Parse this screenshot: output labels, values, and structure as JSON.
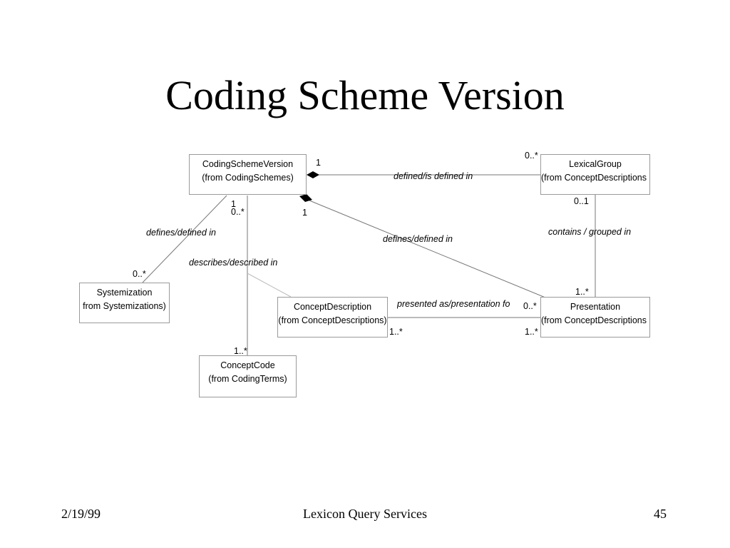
{
  "slide": {
    "title": "Coding Scheme Version",
    "footer": {
      "date": "2/19/99",
      "center": "Lexicon Query Services",
      "page": "45"
    }
  },
  "classes": {
    "coding_scheme_version": {
      "name": "CodingSchemeVersion",
      "from": "(from CodingSchemes)"
    },
    "lexical_group": {
      "name": "LexicalGroup",
      "from": "(from ConceptDescriptions"
    },
    "systemization": {
      "name": "Systemization",
      "from": "from Systemizations)"
    },
    "concept_description": {
      "name": "ConceptDescription",
      "from": "(from ConceptDescriptions)"
    },
    "presentation": {
      "name": "Presentation",
      "from": "(from ConceptDescriptions"
    },
    "concept_code": {
      "name": "ConceptCode",
      "from": "(from CodingTerms)"
    }
  },
  "associations": {
    "csv_lexgroup": "defined/is defined in",
    "csv_systemization": "defines/defined in",
    "csv_conceptcode": "describes/described in",
    "csv_presentation": "defines/defined in",
    "lexgroup_presentation": "contains / grouped in",
    "conceptdesc_presentation": "presented as/presentation fo"
  },
  "multiplicities": {
    "csv_lexgroup_near": "1",
    "csv_lexgroup_far": "0..*",
    "csv_systemization_near": "1",
    "csv_conceptcode_near": "0..*",
    "csv_presentation_near": "1",
    "systemization_end": "0..*",
    "lexgroup_bottom": "0..1",
    "presentation_top": "1..*",
    "presentation_left_upper": "0..*",
    "presentation_left_lower": "1..*",
    "conceptdesc_right": "1..*",
    "conceptcode_top": "1..*"
  }
}
